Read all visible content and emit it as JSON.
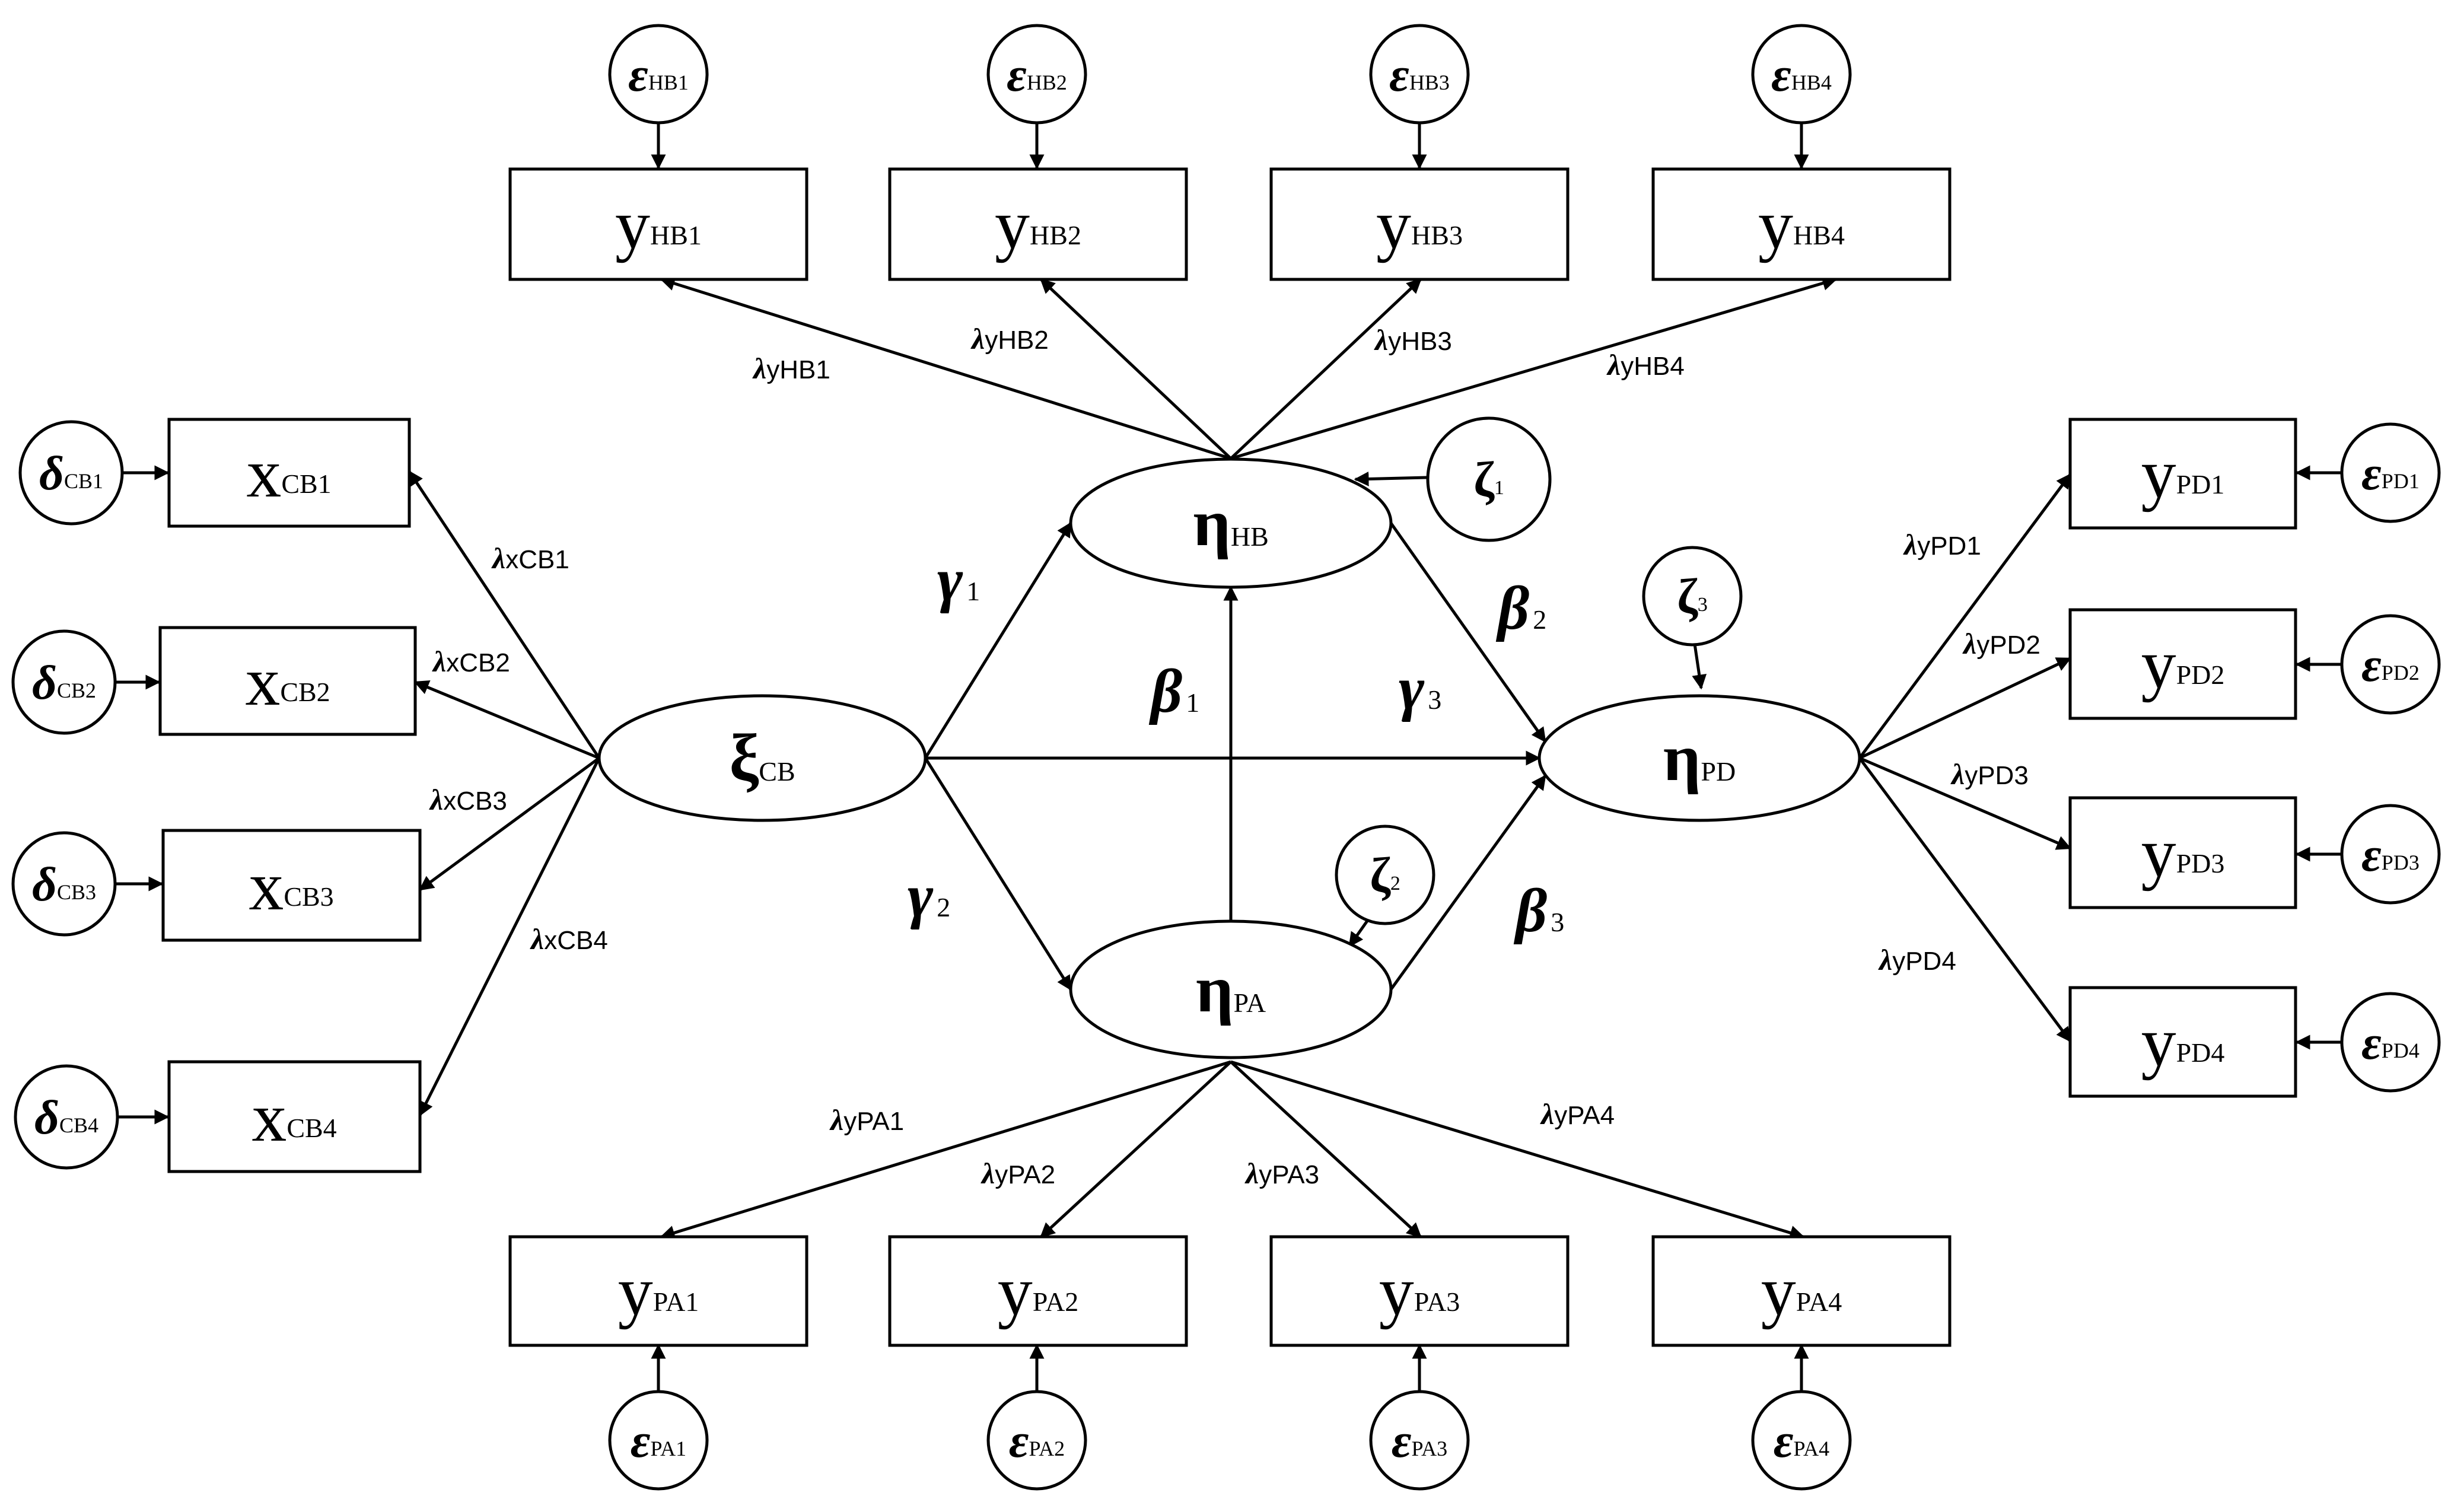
{
  "latents": {
    "xiCB": {
      "symbol": "ξ",
      "sub": "CB"
    },
    "etaHB": {
      "symbol": "η",
      "sub": "HB"
    },
    "etaPA": {
      "symbol": "η",
      "sub": "PA"
    },
    "etaPD": {
      "symbol": "η",
      "sub": "PD"
    }
  },
  "indicators": {
    "xCB1": {
      "main": "x",
      "sub": "CB1"
    },
    "xCB2": {
      "main": "x",
      "sub": "CB2"
    },
    "xCB3": {
      "main": "x",
      "sub": "CB3"
    },
    "xCB4": {
      "main": "x",
      "sub": "CB4"
    },
    "yHB1": {
      "main": "y",
      "sub": "HB1"
    },
    "yHB2": {
      "main": "y",
      "sub": "HB2"
    },
    "yHB3": {
      "main": "y",
      "sub": "HB3"
    },
    "yHB4": {
      "main": "y",
      "sub": "HB4"
    },
    "yPA1": {
      "main": "y",
      "sub": "PA1"
    },
    "yPA2": {
      "main": "y",
      "sub": "PA2"
    },
    "yPA3": {
      "main": "y",
      "sub": "PA3"
    },
    "yPA4": {
      "main": "y",
      "sub": "PA4"
    },
    "yPD1": {
      "main": "y",
      "sub": "PD1"
    },
    "yPD2": {
      "main": "y",
      "sub": "PD2"
    },
    "yPD3": {
      "main": "y",
      "sub": "PD3"
    },
    "yPD4": {
      "main": "y",
      "sub": "PD4"
    }
  },
  "errors": {
    "dCB1": {
      "symbol": "δ",
      "sub": "CB1"
    },
    "dCB2": {
      "symbol": "δ",
      "sub": "CB2"
    },
    "dCB3": {
      "symbol": "δ",
      "sub": "CB3"
    },
    "dCB4": {
      "symbol": "δ",
      "sub": "CB4"
    },
    "eHB1": {
      "symbol": "ε",
      "sub": "HB1"
    },
    "eHB2": {
      "symbol": "ε",
      "sub": "HB2"
    },
    "eHB3": {
      "symbol": "ε",
      "sub": "HB3"
    },
    "eHB4": {
      "symbol": "ε",
      "sub": "HB4"
    },
    "ePA1": {
      "symbol": "ε",
      "sub": "PA1"
    },
    "ePA2": {
      "symbol": "ε",
      "sub": "PA2"
    },
    "ePA3": {
      "symbol": "ε",
      "sub": "PA3"
    },
    "ePA4": {
      "symbol": "ε",
      "sub": "PA4"
    },
    "ePD1": {
      "symbol": "ε",
      "sub": "PD1"
    },
    "ePD2": {
      "symbol": "ε",
      "sub": "PD2"
    },
    "ePD3": {
      "symbol": "ε",
      "sub": "PD3"
    },
    "ePD4": {
      "symbol": "ε",
      "sub": "PD4"
    }
  },
  "disturbances": {
    "z1": {
      "symbol": "ζ",
      "sub": "1"
    },
    "z2": {
      "symbol": "ζ",
      "sub": "2"
    },
    "z3": {
      "symbol": "ζ",
      "sub": "3"
    }
  },
  "paths": {
    "g1": {
      "symbol": "γ",
      "sub": "1"
    },
    "g2": {
      "symbol": "γ",
      "sub": "2"
    },
    "g3": {
      "symbol": "γ",
      "sub": "3"
    },
    "b1": {
      "symbol": "β",
      "sub": "1"
    },
    "b2": {
      "symbol": "β",
      "sub": "2"
    },
    "b3": {
      "symbol": "β",
      "sub": "3"
    }
  },
  "loadings": {
    "lambda_symbol": "λ",
    "xCB1": "xCB1",
    "xCB2": "xCB2",
    "xCB3": "xCB3",
    "xCB4": "xCB4",
    "yHB1": "yHB1",
    "yHB2": "yHB2",
    "yHB3": "yHB3",
    "yHB4": "yHB4",
    "yPA1": "yPA1",
    "yPA2": "yPA2",
    "yPA3": "yPA3",
    "yPA4": "yPA4",
    "yPD1": "yPD1",
    "yPD2": "yPD2",
    "yPD3": "yPD3",
    "yPD4": "yPD4"
  }
}
